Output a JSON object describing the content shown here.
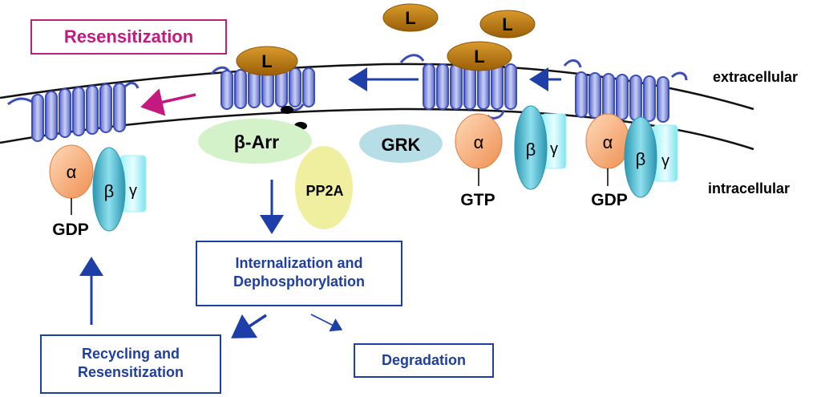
{
  "title": "Resensitization",
  "labels": {
    "extracellular": "extracellular",
    "intracellular": "intracellular",
    "ligand": "L",
    "alpha": "α",
    "beta": "β",
    "gamma": "γ",
    "gdp": "GDP",
    "gtp": "GTP",
    "grk": "GRK",
    "beta_arrestin": "β-Arr",
    "pp2a": "PP2A"
  },
  "boxes": {
    "internalization": [
      "Internalization and",
      "Dephosphorylation"
    ],
    "recycling": [
      "Recycling and",
      "Resensitization"
    ],
    "degradation": "Degradation"
  },
  "colors": {
    "membrane": "#111111",
    "receptor": "#3b4db8",
    "receptor_fill": "#8d98dc",
    "ligand": "#b8740e",
    "alpha": "#f2a36e",
    "beta": "#45b5cc",
    "gamma": "#7fe3f1",
    "grk": "#b7dde6",
    "arrestin": "#d4f2c9",
    "pp2a": "#f0ef9f",
    "arrow_blue": "#1f3fa8",
    "arrow_magenta": "#c4197f"
  }
}
